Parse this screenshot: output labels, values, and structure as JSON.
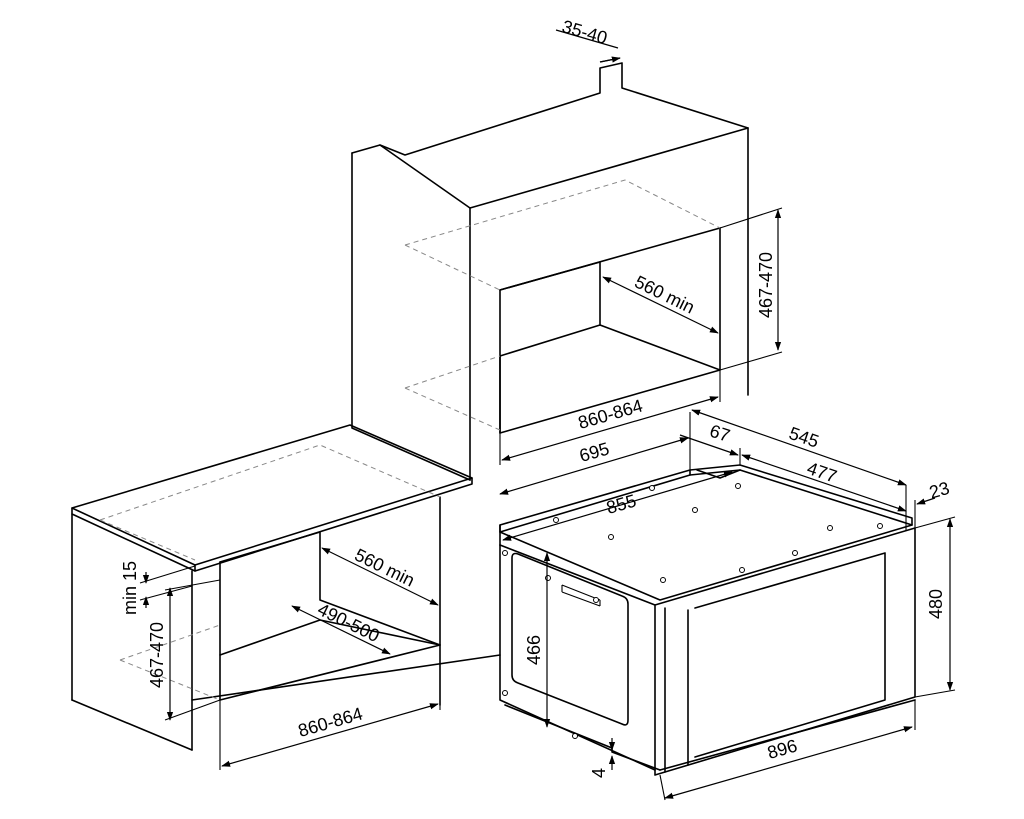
{
  "dimensions": {
    "top_gap": "35-40",
    "upper_height": "467-470",
    "upper_depth": "560 min",
    "upper_width": "860-864",
    "side_695": "695",
    "side_67": "67",
    "side_545": "545",
    "side_477": "477",
    "side_855": "855",
    "side_23": "23",
    "front_480": "480",
    "front_466": "466",
    "front_4": "4",
    "front_896": "896",
    "lower_min15": "min 15",
    "lower_height": "467-470",
    "lower_depth": "560 min",
    "lower_inner_depth": "490-500",
    "lower_width": "860-864"
  }
}
